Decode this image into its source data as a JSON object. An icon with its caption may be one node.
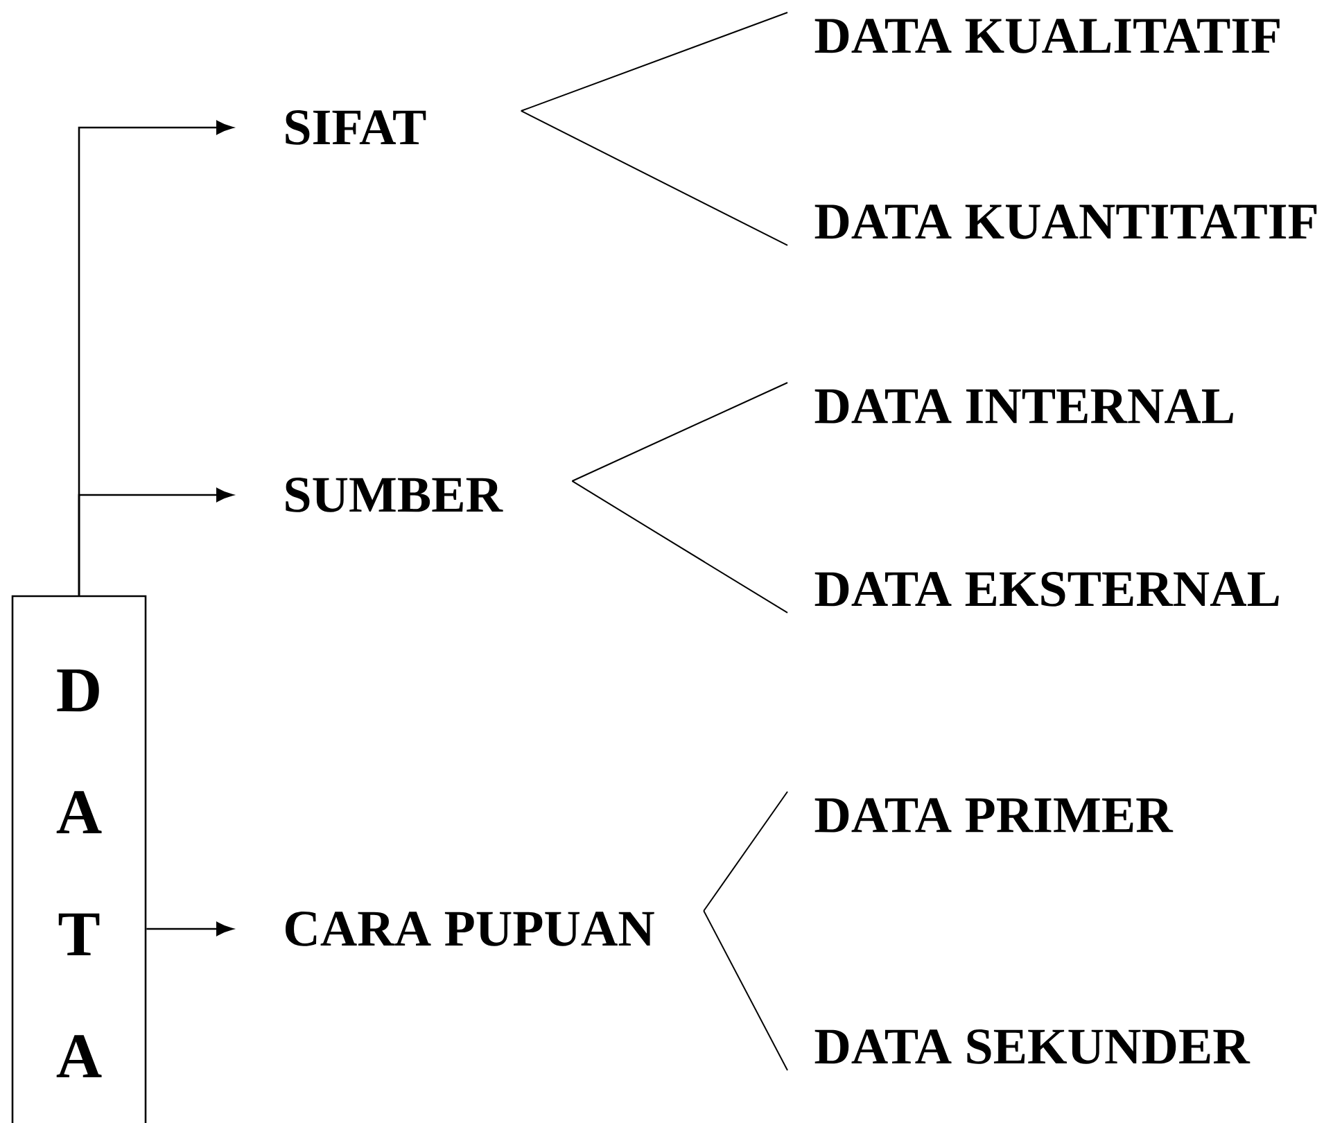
{
  "diagram": {
    "nodes": [
      {
        "text": [
          "D A T A"
        ]
      },
      {
        "text": [
          "SIFAT"
        ]
      },
      {
        "text": [
          "SUMBER"
        ]
      },
      {
        "text": [
          "CARA PUPUAN"
        ]
      },
      {
        "text": [
          "DATA KUALITATIF"
        ]
      },
      {
        "text": [
          "DATA KUANTITATIF"
        ]
      },
      {
        "text": [
          "DATA INTERNAL"
        ]
      },
      {
        "text": [
          "DATA EKSTERNAL"
        ]
      },
      {
        "text": [
          "DATA PRIMER"
        ]
      },
      {
        "text": [
          "DATA SEKUNDER"
        ]
      }
    ],
    "edges": [
      {
        "from": 0,
        "to": 1,
        "arrow": "to"
      },
      {
        "from": 0,
        "to": 2,
        "arrow": "to"
      },
      {
        "from": 0,
        "to": 3,
        "arrow": "to"
      },
      {
        "from": 1,
        "to": 4,
        "arrow": "none"
      },
      {
        "from": 1,
        "to": 5,
        "arrow": "none"
      },
      {
        "from": 2,
        "to": 6,
        "arrow": "none"
      },
      {
        "from": 2,
        "to": 7,
        "arrow": "none"
      },
      {
        "from": 3,
        "to": 8,
        "arrow": "none"
      },
      {
        "from": 3,
        "to": 9,
        "arrow": "none"
      }
    ]
  }
}
